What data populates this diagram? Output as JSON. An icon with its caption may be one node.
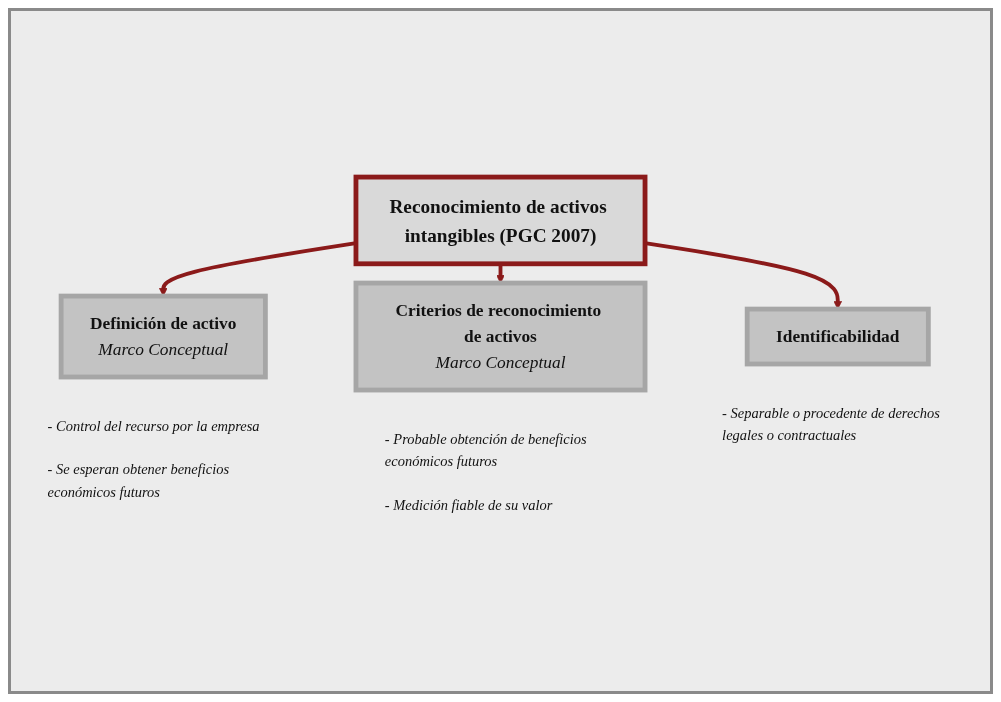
{
  "diagram": {
    "nodes": [
      {
        "text": [
          "Reconocimiento de activos intangibles (PGC 2007)"
        ]
      },
      {
        "text": [
          "Definición de activo",
          "Marco Conceptual"
        ],
        "beside": [
          "- Control del recurso por la empresa",
          "- Se esperan obtener beneficios económicos futuros"
        ]
      },
      {
        "text": [
          "Criterios de reconocimiento de activos",
          "Marco Conceptual"
        ],
        "beside": [
          "- Probable obtención de beneficios económicos futuros",
          "- Medición fiable de su valor"
        ]
      },
      {
        "text": [
          "Identificabilidad"
        ],
        "beside": [
          "- Separable o procedente de derechos legales o contractuales"
        ]
      }
    ],
    "edges": [
      {
        "from": 0,
        "to": 1,
        "arrow": "to"
      },
      {
        "from": 0,
        "to": 2,
        "arrow": "to"
      },
      {
        "from": 0,
        "to": 3,
        "arrow": "to"
      }
    ]
  }
}
